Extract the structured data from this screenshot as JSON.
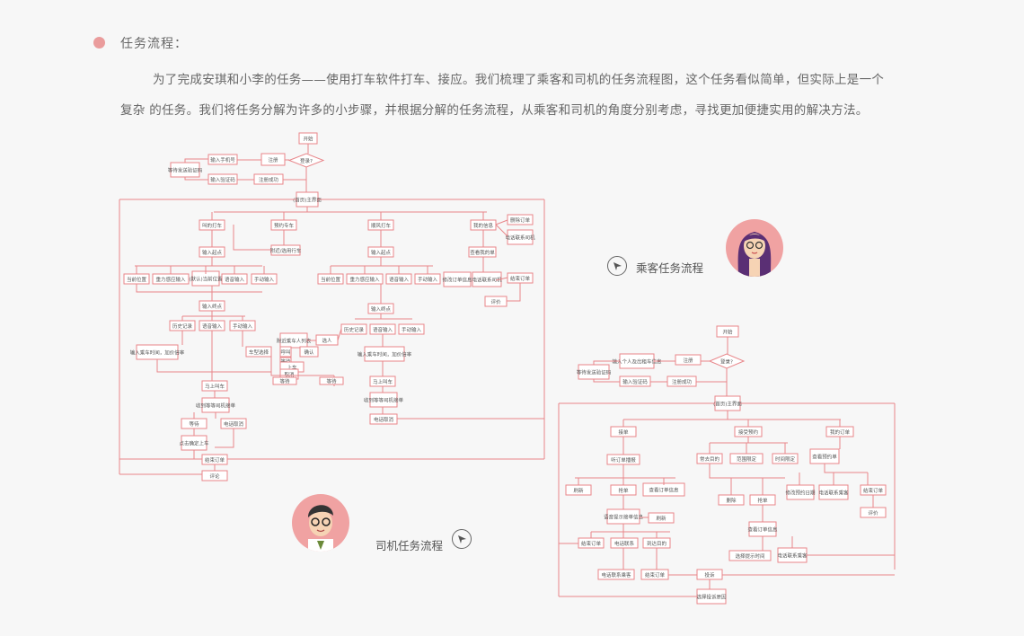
{
  "header": {
    "title": "任务流程：",
    "paragraph_line1": "为了完成安琪和小李的任务——使用打车软件打车、接应。我们梳理了乘客和司机的任务流程图，这个任务看似简单，但实际上是一个",
    "paragraph_line2": "复杂 的任务。我们将任务分解为许多的小步骤，并根据分解的任务流程，从乘客和司机的角度分别考虑，寻找更加便捷实用的解决方法。"
  },
  "captions": {
    "passenger": "乘客任务流程",
    "driver": "司机任务流程"
  },
  "passenger_flow": {
    "nodes": {
      "start": "开始",
      "register_q": "登录?",
      "register": "注册",
      "enter_phone": "输入手机号",
      "verify_send": "等待发送验证码",
      "enter_code": "输入验证码",
      "reg_success": "注册成功",
      "home": "(首页)主界面",
      "taxi": "叫的打车",
      "special": "预约专车",
      "hitch": "顺风打车",
      "mine": "我的信息",
      "cancel_order": "删除订单",
      "contact_driver": "电话联系司机",
      "enter_origin": "输入起点",
      "enter_origin2": "输入起点",
      "view_info": "查看我的单",
      "nearby": "附近/选用行车",
      "current_loc": "当前位置",
      "map_select": "重力感应输入",
      "default_loc": "(默认)当前位置",
      "voice": "语音输入",
      "manual": "手动输入",
      "current_loc2": "当前位置",
      "map_select2": "重力感应输入",
      "voice2": "语音输入",
      "manual2": "手动输入",
      "modify_order": "修改订单信息",
      "call_driver": "电话联系司机",
      "finish_order": "结束订单",
      "rate": "评价",
      "enter_dest": "输入终点",
      "enter_dest2": "输入终点",
      "history": "历史记录",
      "voice3": "语音输入",
      "manual3": "手动输入",
      "history2": "历史记录",
      "voice4": "语音输入",
      "manual4": "手动输入",
      "enter_time": "输入乘车时间，加价倍率",
      "enter_time2": "输入乘车时间，加价倍率",
      "car_type": "车型选择",
      "enter_recv": "附近乘车人列表",
      "select": "选人",
      "call": "呼叫",
      "confirm": "确认",
      "wait": "等待",
      "take_car": "上车",
      "cancel": "取消",
      "wait_driver": "等待",
      "publish": "马上叫车",
      "publish2": "马上叫车",
      "driver_accept": "收到等等司机接单",
      "driver_accept2": "收到等等司机接单",
      "finish_wait": "等待",
      "phone_cancel": "电话取消",
      "phone_cancel2": "电话取消",
      "pick_confirm": "点击确定上车",
      "finish2": "结束订单",
      "comment": "评论"
    }
  },
  "driver_flow": {
    "nodes": {
      "start": "开始",
      "register_q": "登录?",
      "register": "注册",
      "enter_info": "输入个人及出租车信息",
      "verify_send": "等待发送验证码",
      "enter_code": "输入验证码",
      "reg_success": "注册成功",
      "home": "(首页)主界面",
      "grab": "接单",
      "reserve": "接受预约",
      "my_orders": "我的订单",
      "listen": "听订单播报",
      "set_dest": "常去目的",
      "set_range": "范围限定",
      "set_time": "时间限定",
      "view_order": "查看预约单",
      "refresh": "刷新",
      "grab2": "抢单",
      "view_detail": "查看订单信息",
      "delete": "删除",
      "grab3": "抢单",
      "modify": "修改预约日期",
      "call": "电话联系乘客",
      "finish": "结束订单",
      "confirm_info": "语音提示接单信息",
      "refresh2": "刷新",
      "view_detail2": "查看订单信息",
      "finish2": "结束订单",
      "call2": "电话联系",
      "arrive": "到达目的",
      "choose_time": "选择提示时间",
      "call3": "电话联系乘客",
      "rate": "评价",
      "call4": "电话联系乘客",
      "finish3": "结束订单",
      "complain": "投诉",
      "complain_reason": "选择投诉原因"
    }
  },
  "colors": {
    "line": "#e8868a",
    "box_border": "#e8868a",
    "bullet": "#ea9c9c",
    "avatar_bg": "#f0a2a2"
  }
}
